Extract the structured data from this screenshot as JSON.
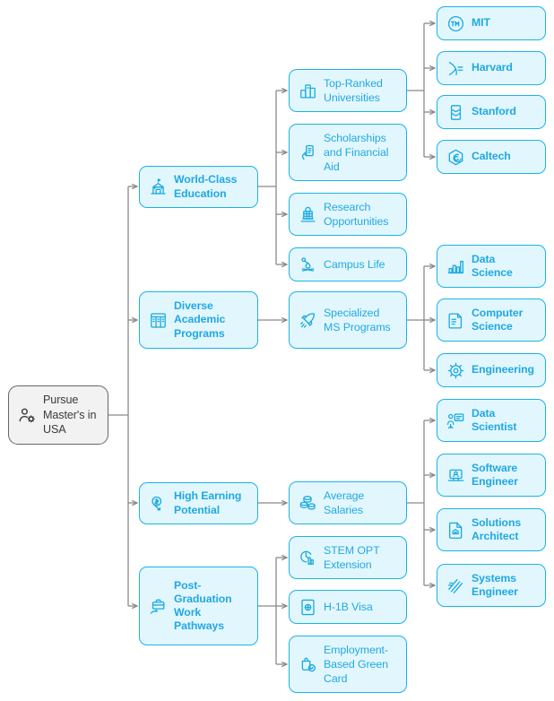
{
  "diagram": {
    "title": "Pursue Master's in USA mind map",
    "colors": {
      "node_fill": "#e2f7fd",
      "node_border": "#1ab3e8",
      "node_text": "#20a8e4",
      "root_fill": "#f2f2f2",
      "root_border": "#666666",
      "root_text": "#3b3b3b",
      "edge": "#8a8a8a",
      "background": "#ffffff"
    },
    "root": {
      "label": "Pursue Master's in USA",
      "icon": "user-gear-icon"
    },
    "branches": [
      {
        "label": "World-Class Education",
        "icon": "university-building-icon",
        "children": [
          {
            "label": "Top-Ranked Universities",
            "icon": "podium-ranking-icon",
            "children": [
              {
                "label": "MIT",
                "icon": "trademark-circle-icon"
              },
              {
                "label": "Harvard",
                "icon": "harvard-crest-icon"
              },
              {
                "label": "Stanford",
                "icon": "stacked-layers-icon"
              },
              {
                "label": "Caltech",
                "icon": "hexagon-spiral-icon"
              }
            ]
          },
          {
            "label": "Scholarships and Financial Aid",
            "icon": "hand-money-icon",
            "children": []
          },
          {
            "label": "Research Opportunities",
            "icon": "microscope-lab-icon",
            "children": []
          },
          {
            "label": "Campus Life",
            "icon": "campfire-icon",
            "children": []
          }
        ]
      },
      {
        "label": "Diverse Academic Programs",
        "icon": "books-shelf-icon",
        "children": [
          {
            "label": "Specialized MS Programs",
            "icon": "rocket-icon",
            "children": [
              {
                "label": "Data Science",
                "icon": "bar-chart-icon"
              },
              {
                "label": "Computer Science",
                "icon": "code-document-icon"
              },
              {
                "label": "Engineering",
                "icon": "gear-cog-icon"
              }
            ]
          }
        ]
      },
      {
        "label": "High Earning Potential",
        "icon": "money-magnifier-icon",
        "children": [
          {
            "label": "Average Salaries",
            "icon": "coins-stack-icon",
            "children": [
              {
                "label": "Data Scientist",
                "icon": "person-presentation-icon"
              },
              {
                "label": "Software Engineer",
                "icon": "laptop-person-icon"
              },
              {
                "label": "Solutions Architect",
                "icon": "document-home-icon"
              },
              {
                "label": "Systems Engineer",
                "icon": "network-lines-icon"
              }
            ]
          }
        ]
      },
      {
        "label": "Post-Graduation Work Pathways",
        "icon": "briefcase-hand-icon",
        "children": [
          {
            "label": "STEM OPT Extension",
            "icon": "clock-chart-icon",
            "children": []
          },
          {
            "label": "H-1B Visa",
            "icon": "passport-badge-icon",
            "children": []
          },
          {
            "label": "Employment-Based Green Card",
            "icon": "bag-check-icon",
            "children": []
          }
        ]
      }
    ]
  }
}
